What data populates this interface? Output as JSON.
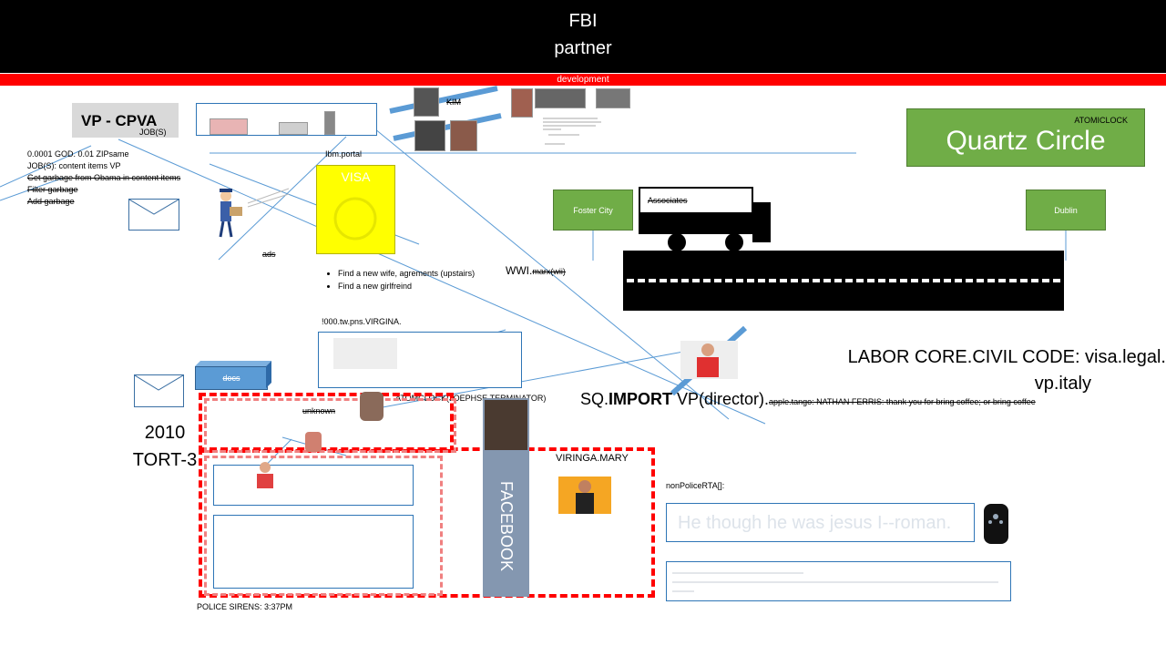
{
  "header": {
    "line1": "FBI",
    "line2": "partner"
  },
  "devbar": {
    "label": "development"
  },
  "vp_label": {
    "title": "VP - CPVA",
    "jobs": "JOB(S)"
  },
  "notes": {
    "line1": "0.0001 GOD. 0.01 ZIPsame",
    "line2": "JOB(S): content items VP",
    "line3": "Get garbage from Obama in content items",
    "line4": "Filter garbage",
    "line5": "Add garbage"
  },
  "ibm_portal": "Ibm.portal",
  "visa_label": "VISA",
  "kim_label": "KIM",
  "ads_label": "ads",
  "bullets": [
    "Find a new wife, agrements (upstairs)",
    "Find a new girlfreind"
  ],
  "wwi": {
    "prefix": "WWI.",
    "struck": "marx(wii)"
  },
  "quartz": {
    "title": "Quartz Circle",
    "tag": "ATOMICLOCK"
  },
  "foster_city": "Foster City",
  "dublin": "Dublin",
  "associates": "Associates",
  "virgina": "!000.tw.pns.VIRGINA.",
  "docs_label": "docs",
  "atomclock": "ATOMCLOCK(JOEPHSE.TERMINATOR)",
  "unknown_label": "unknown",
  "tort": {
    "line1": "2010",
    "line2": "TORT-3"
  },
  "viringa": "VIRINGA.MARY",
  "facebook": "FACEBOOK",
  "police": "POLICE SIRENS: 3:37PM",
  "sq": {
    "prefix": "SQ.",
    "import": "IMPORT",
    "rest": " VP(director).",
    "small": "apple.tango:  NATHAN FERRIS: thank you for bring coffee; or bring coffee"
  },
  "labor": {
    "line1": "LABOR CORE.CIVIL CODE: visa.legal.",
    "line2": "vp.italy"
  },
  "nonpolice": "nonPoliceRTA[]:",
  "jesus": "He though he was jesus I--roman.",
  "colors": {
    "header_bg": "#000000",
    "dev_red": "#ff0000",
    "green": "#70ad47",
    "facebook_blue": "#8497b0",
    "visa_yellow": "#ffff00",
    "line_blue": "#5b9bd5"
  }
}
